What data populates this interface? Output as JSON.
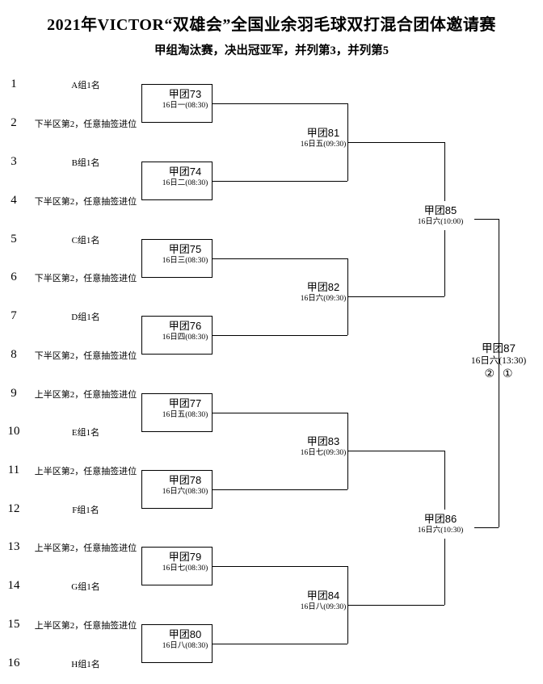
{
  "title": "2021年VICTOR“双雄会”全国业余羽毛球双打混合团体邀请赛",
  "subtitle": "甲组淘汰赛，决出冠亚军，并列第3，并列第5",
  "colors": {
    "background": "#ffffff",
    "line": "#000000",
    "text": "#000000"
  },
  "seeds": [
    {
      "num": "1",
      "label": "A组1名"
    },
    {
      "num": "2",
      "label": "下半区第2，任意抽签进位"
    },
    {
      "num": "3",
      "label": "B组1名"
    },
    {
      "num": "4",
      "label": "下半区第2，任意抽签进位"
    },
    {
      "num": "5",
      "label": "C组1名"
    },
    {
      "num": "6",
      "label": "下半区第2，任意抽签进位"
    },
    {
      "num": "7",
      "label": "D组1名"
    },
    {
      "num": "8",
      "label": "下半区第2，任意抽签进位"
    },
    {
      "num": "9",
      "label": "上半区第2，任意抽签进位"
    },
    {
      "num": "10",
      "label": "E组1名"
    },
    {
      "num": "11",
      "label": "上半区第2，任意抽签进位"
    },
    {
      "num": "12",
      "label": "F组1名"
    },
    {
      "num": "13",
      "label": "上半区第2，任意抽签进位"
    },
    {
      "num": "14",
      "label": "G组1名"
    },
    {
      "num": "15",
      "label": "上半区第2，任意抽签进位"
    },
    {
      "num": "16",
      "label": "H组1名"
    }
  ],
  "round1": [
    {
      "name": "甲团73",
      "time": "16日一(08:30)"
    },
    {
      "name": "甲团74",
      "time": "16日二(08:30)"
    },
    {
      "name": "甲团75",
      "time": "16日三(08:30)"
    },
    {
      "name": "甲团76",
      "time": "16日四(08:30)"
    },
    {
      "name": "甲团77",
      "time": "16日五(08:30)"
    },
    {
      "name": "甲团78",
      "time": "16日六(08:30)"
    },
    {
      "name": "甲团79",
      "time": "16日七(08:30)"
    },
    {
      "name": "甲团80",
      "time": "16日八(08:30)"
    }
  ],
  "round2": [
    {
      "name": "甲团81",
      "time": "16日五(09:30)"
    },
    {
      "name": "甲团82",
      "time": "16日六(09:30)"
    },
    {
      "name": "甲团83",
      "time": "16日七(09:30)"
    },
    {
      "name": "甲团84",
      "time": "16日八(09:30)"
    }
  ],
  "semifinals": [
    {
      "name": "甲团85",
      "time": "16日六(10:00)"
    },
    {
      "name": "甲团86",
      "time": "16日六(10:30)"
    }
  ],
  "final": {
    "name": "甲团87",
    "time": "16日六(13:30)",
    "runner_up_mark": "②",
    "champion_mark": "①"
  }
}
